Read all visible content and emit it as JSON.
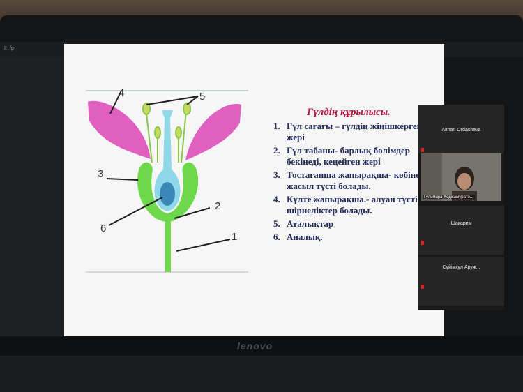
{
  "window": {
    "tab_label": "Ігі /р"
  },
  "slide": {
    "title": "Гүлдің құрылысы.",
    "diagram_numbers": [
      "4",
      "5",
      "3",
      "2",
      "6",
      "1"
    ],
    "items": [
      {
        "num": "1.",
        "text": "Гүл сағағы – гүлдің жіңішкерген жері"
      },
      {
        "num": "2.",
        "text": "Гүл табаны- барлық бөлімдер бекінеді, кеңейген жері"
      },
      {
        "num": "3.",
        "text": "Тостағанша жапырақша- көбіне жасыл түсті болады."
      },
      {
        "num": "4.",
        "text": "Күлте жапырақша.- алуан түсті , шірнеліктер болады."
      },
      {
        "num": "5.",
        "text": "Аталықтар"
      },
      {
        "num": "6.",
        "text": "Аналық."
      }
    ]
  },
  "participants": [
    {
      "name": "Aiman Ordasheva"
    },
    {
      "name": "Гульмира Ходжамурато..."
    },
    {
      "name": "Шакарим"
    },
    {
      "name": "Сүйімқұл Аруж..."
    }
  ],
  "laptop": {
    "brand": "lenovo"
  },
  "colors": {
    "petal": "#e060c0",
    "stem": "#6cd84a",
    "slide_bg": "#f6f6f7",
    "title": "#c0143c",
    "text": "#1f2a5c"
  },
  "icons": [
    "mic-muted-icon"
  ]
}
